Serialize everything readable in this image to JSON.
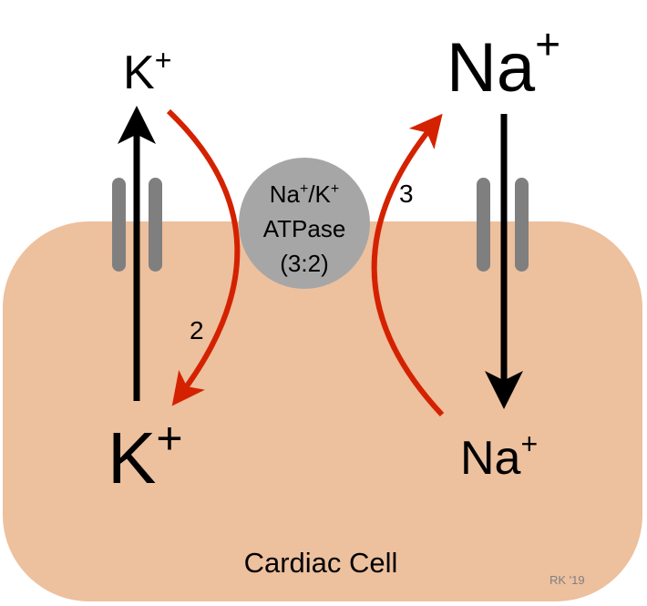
{
  "labels": {
    "k_outside": "K",
    "k_outside_sup": "+",
    "na_outside": "Na",
    "na_outside_sup": "+",
    "k_inside": "K",
    "k_inside_sup": "+",
    "na_inside": "Na",
    "na_inside_sup": "+",
    "pump_line1_na": "Na",
    "pump_line1_sup1": "+",
    "pump_line1_slash": "/K",
    "pump_line1_sup2": "+",
    "pump_line2": "ATPase",
    "pump_line3": "(3:2)",
    "k_count": "2",
    "na_count": "3",
    "cell_label": "Cardiac Cell",
    "credit": "RK '19"
  },
  "colors": {
    "cell": "#EDC09E",
    "pump": "#A6A6A6",
    "channel": "#7F7F7F",
    "pump_arrow": "#D42200",
    "arrow": "#000000"
  }
}
